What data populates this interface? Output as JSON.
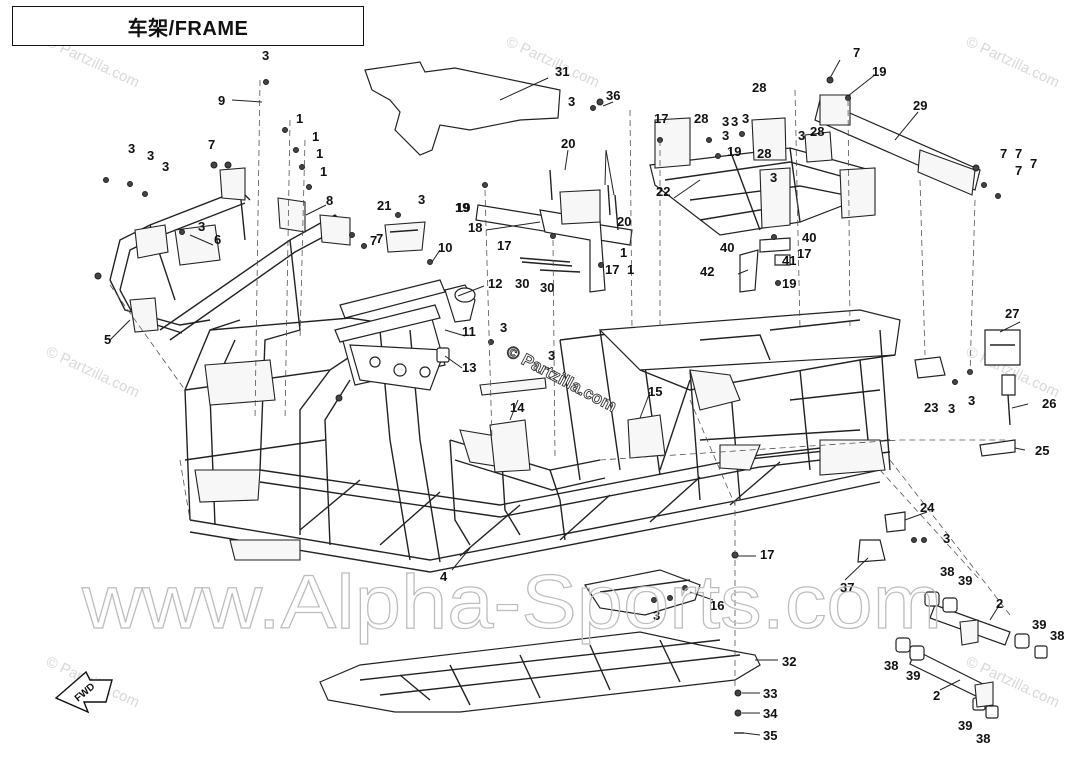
{
  "header": {
    "title": "车架/FRAME"
  },
  "watermarks": {
    "small_text": "© Partzilla.com",
    "center_text": "© Partzilla.com",
    "banner_text": "www.Alpha-Sports.com"
  },
  "fwd_arrow": {
    "label": "FWD"
  },
  "part_labels": [
    {
      "id": "p9",
      "text": "9"
    },
    {
      "id": "p3a",
      "text": "3"
    },
    {
      "id": "p1a",
      "text": "1"
    },
    {
      "id": "p1b",
      "text": "1"
    },
    {
      "id": "p1c",
      "text": "1"
    },
    {
      "id": "p1d",
      "text": "1"
    },
    {
      "id": "p31",
      "text": "31"
    },
    {
      "id": "p3b",
      "text": "3"
    },
    {
      "id": "p36",
      "text": "36"
    },
    {
      "id": "p7a",
      "text": "7"
    },
    {
      "id": "p19a",
      "text": "19"
    },
    {
      "id": "p28a",
      "text": "28"
    },
    {
      "id": "p28b",
      "text": "28"
    },
    {
      "id": "p17a",
      "text": "17"
    },
    {
      "id": "p3c",
      "text": "3"
    },
    {
      "id": "p3d",
      "text": "3"
    },
    {
      "id": "p19b",
      "text": "19"
    },
    {
      "id": "p28c",
      "text": "28"
    },
    {
      "id": "p3e",
      "text": "3"
    },
    {
      "id": "p28d",
      "text": "28"
    },
    {
      "id": "p29",
      "text": "29"
    },
    {
      "id": "p3f",
      "text": "3"
    },
    {
      "id": "p3g",
      "text": "3"
    },
    {
      "id": "p3h",
      "text": "3"
    },
    {
      "id": "p7b",
      "text": "7"
    },
    {
      "id": "p7c",
      "text": "7"
    },
    {
      "id": "p20a",
      "text": "20"
    },
    {
      "id": "p19c",
      "text": "19"
    },
    {
      "id": "p7d",
      "text": "7"
    },
    {
      "id": "p7e",
      "text": "7"
    },
    {
      "id": "p7f",
      "text": "7"
    },
    {
      "id": "p3i",
      "text": "3"
    },
    {
      "id": "p3j",
      "text": "3"
    },
    {
      "id": "p3k",
      "text": "3"
    },
    {
      "id": "p8",
      "text": "8"
    },
    {
      "id": "p21",
      "text": "21"
    },
    {
      "id": "p3l",
      "text": "3"
    },
    {
      "id": "p7g",
      "text": "7"
    },
    {
      "id": "p19d",
      "text": "19"
    },
    {
      "id": "p18",
      "text": "18"
    },
    {
      "id": "p20b",
      "text": "20"
    },
    {
      "id": "p22",
      "text": "22"
    },
    {
      "id": "p3m",
      "text": "3"
    },
    {
      "id": "p6",
      "text": "6"
    },
    {
      "id": "p7h",
      "text": "7"
    },
    {
      "id": "p17b",
      "text": "17"
    },
    {
      "id": "p40a",
      "text": "40"
    },
    {
      "id": "p40b",
      "text": "40"
    },
    {
      "id": "p10",
      "text": "10"
    },
    {
      "id": "p41",
      "text": "41"
    },
    {
      "id": "p17c",
      "text": "17"
    },
    {
      "id": "p1e",
      "text": "1"
    },
    {
      "id": "p1f",
      "text": "1"
    },
    {
      "id": "p30a",
      "text": "30"
    },
    {
      "id": "p30b",
      "text": "30"
    },
    {
      "id": "p12",
      "text": "12"
    },
    {
      "id": "p42",
      "text": "42"
    },
    {
      "id": "p19e",
      "text": "19"
    },
    {
      "id": "p17d",
      "text": "17"
    },
    {
      "id": "p5",
      "text": "5"
    },
    {
      "id": "p11",
      "text": "11"
    },
    {
      "id": "p3n",
      "text": "3"
    },
    {
      "id": "p3o",
      "text": "3"
    },
    {
      "id": "p27",
      "text": "27"
    },
    {
      "id": "p13",
      "text": "13"
    },
    {
      "id": "p15",
      "text": "15"
    },
    {
      "id": "p23",
      "text": "23"
    },
    {
      "id": "p3p",
      "text": "3"
    },
    {
      "id": "p3q",
      "text": "3"
    },
    {
      "id": "p14",
      "text": "14"
    },
    {
      "id": "p26",
      "text": "26"
    },
    {
      "id": "p25",
      "text": "25"
    },
    {
      "id": "p24",
      "text": "24"
    },
    {
      "id": "p3r",
      "text": "3"
    },
    {
      "id": "p17e",
      "text": "17"
    },
    {
      "id": "p4",
      "text": "4"
    },
    {
      "id": "p38a",
      "text": "38"
    },
    {
      "id": "p39a",
      "text": "39"
    },
    {
      "id": "p37",
      "text": "37"
    },
    {
      "id": "p16",
      "text": "16"
    },
    {
      "id": "p3s",
      "text": "3"
    },
    {
      "id": "p2a",
      "text": "2"
    },
    {
      "id": "p39b",
      "text": "39"
    },
    {
      "id": "p38b",
      "text": "38"
    },
    {
      "id": "p32",
      "text": "32"
    },
    {
      "id": "p38c",
      "text": "38"
    },
    {
      "id": "p39c",
      "text": "39"
    },
    {
      "id": "p2b",
      "text": "2"
    },
    {
      "id": "p33",
      "text": "33"
    },
    {
      "id": "p34",
      "text": "34"
    },
    {
      "id": "p35",
      "text": "35"
    },
    {
      "id": "p39d",
      "text": "39"
    },
    {
      "id": "p38d",
      "text": "38"
    }
  ]
}
